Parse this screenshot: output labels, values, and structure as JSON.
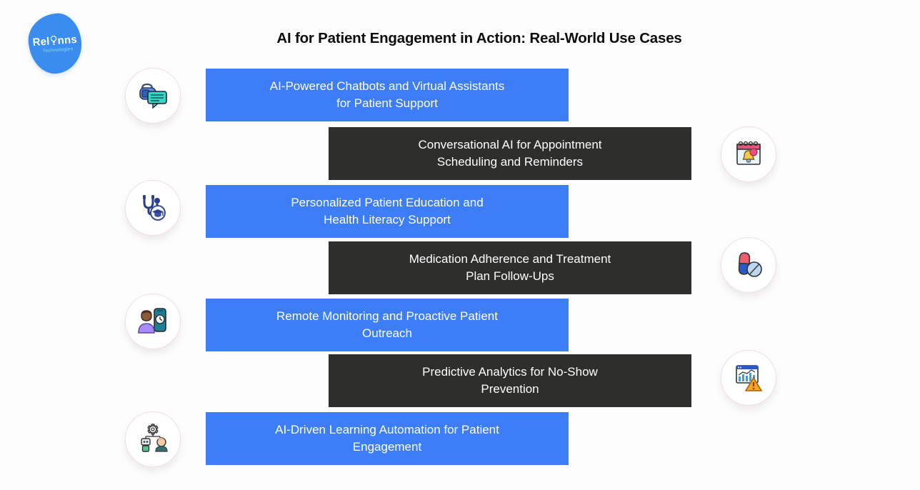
{
  "page": {
    "title": "AI for Patient Engagement in Action: Real-World Use Cases"
  },
  "brand": {
    "name_left": "Rel",
    "name_right": "nns",
    "tagline": "Technologies"
  },
  "colors": {
    "bar_blue": "#3d7ef8",
    "bar_dark": "#2e2e2c",
    "bar_text": "#ffffff",
    "logo_blue": "#3a8cee",
    "logo_tagline_teal": "#8fe6d8",
    "icon_circle_border": "#f1dedd",
    "background": "#fdfdfe",
    "title_text": "#0d0d0d"
  },
  "use_cases": [
    {
      "label": "AI-Powered Chatbots and Virtual Assistants\nfor Patient Support",
      "style": "blue",
      "icon": "chatbot-speech-bubble-icon",
      "icon_side": "left"
    },
    {
      "label": "Conversational AI for Appointment\nScheduling and Reminders",
      "style": "dark",
      "icon": "calendar-reminder-bell-icon",
      "icon_side": "right"
    },
    {
      "label": "Personalized Patient Education and\nHealth Literacy Support",
      "style": "blue",
      "icon": "stethoscope-education-icon",
      "icon_side": "left"
    },
    {
      "label": "Medication Adherence and Treatment\nPlan Follow-Ups",
      "style": "dark",
      "icon": "pills-icon",
      "icon_side": "right"
    },
    {
      "label": "Remote Monitoring and Proactive Patient\nOutreach",
      "style": "blue",
      "icon": "patient-phone-monitoring-icon",
      "icon_side": "left"
    },
    {
      "label": "Predictive Analytics for No-Show\nPrevention",
      "style": "dark",
      "icon": "analytics-warning-icon",
      "icon_side": "right"
    },
    {
      "label": "AI-Driven Learning Automation for Patient\nEngagement",
      "style": "blue",
      "icon": "robot-learning-icon",
      "icon_side": "left"
    }
  ]
}
